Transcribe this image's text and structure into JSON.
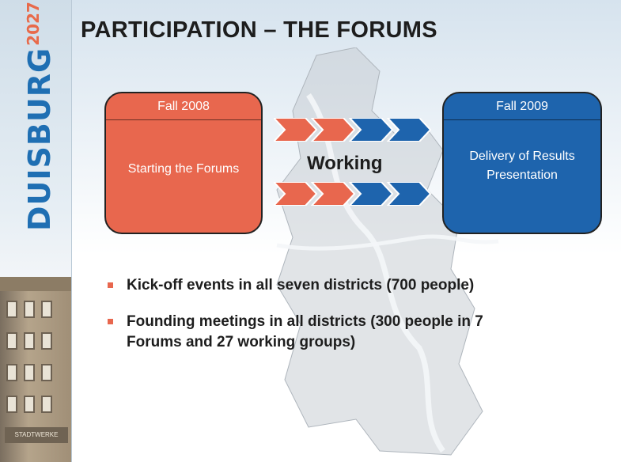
{
  "slide": {
    "title": "PARTICIPATION – THE FORUMS",
    "brand": {
      "name": "DUISBURG",
      "year": "2027",
      "color": "#1f6fb3",
      "year_color": "#e86a4a"
    },
    "building_sign": "STADTWERKE",
    "left_box": {
      "head": "Fall 2008",
      "body": "Starting the Forums",
      "color": "#e8674e"
    },
    "right_box": {
      "head": "Fall 2009",
      "body_line1": "Delivery of Results",
      "body_line2": "Presentation",
      "color": "#1e64ad"
    },
    "working_label": "Working",
    "arrow_colors": [
      "#e8674e",
      "#e8674e",
      "#1e64ad",
      "#1e64ad"
    ],
    "bullets": [
      {
        "line1": "Kick-off events in all seven districts (700 people)",
        "line2": ""
      },
      {
        "line1": "Founding meetings in all districts (300 people in 7",
        "line2": "Forums and 27 working groups)"
      }
    ],
    "bullet_color": "#e8674e"
  }
}
